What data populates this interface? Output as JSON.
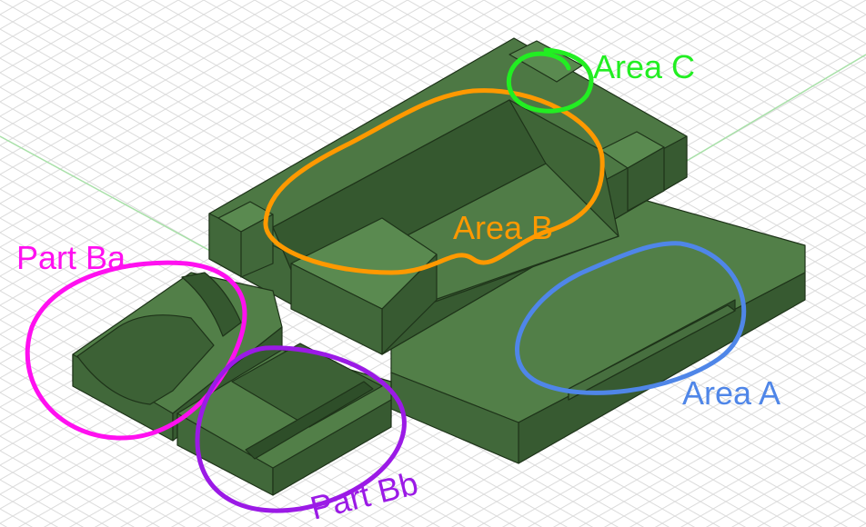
{
  "annotations": {
    "area_a": {
      "label": "Area A",
      "color": "#4f86e8"
    },
    "area_b": {
      "label": "Area B",
      "color": "#ff9900"
    },
    "area_c": {
      "label": "Area C",
      "color": "#22ee22"
    },
    "part_ba": {
      "label": "Part Ba",
      "color": "#ff10f0"
    },
    "part_bb": {
      "label": "Part Bb",
      "color": "#9b1ae6"
    }
  },
  "colors": {
    "grid": "#d9d9d9",
    "axis_red": "#f0a0a0",
    "axis_green": "#a8e0a8",
    "model_top": "#527f48",
    "model_left": "#41683a",
    "model_right": "#375a31",
    "model_edge": "#1e3319"
  }
}
